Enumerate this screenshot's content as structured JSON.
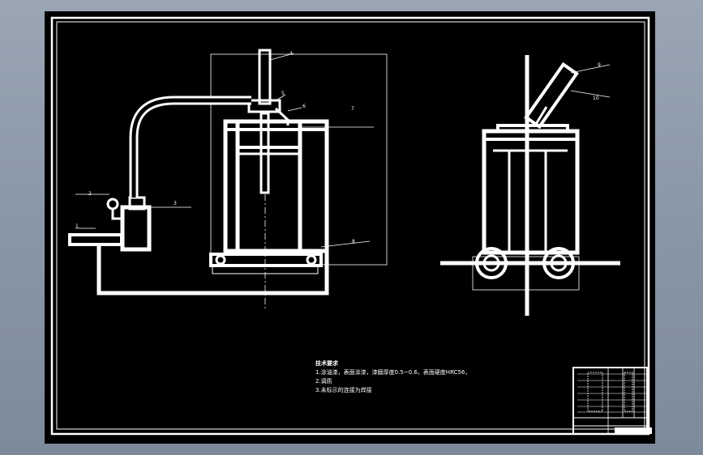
{
  "callouts": {
    "front": [
      "1",
      "2",
      "3",
      "4",
      "5",
      "6",
      "7",
      "8"
    ],
    "side": [
      "9",
      "10"
    ]
  },
  "tech_notes": {
    "title": "技术要求",
    "items": [
      "1.涂油漆，表面涂漆，漆膜厚度0.5~0.6，表面硬度HRC56，",
      "2.调质",
      "3.未标示的连接为焊接"
    ]
  },
  "title_block": {
    "rows": 8,
    "caption": "■■■■■■■■"
  },
  "colors": {
    "background": "#8e9aaa",
    "sheet": "#000000",
    "lines": "#ffffff"
  }
}
